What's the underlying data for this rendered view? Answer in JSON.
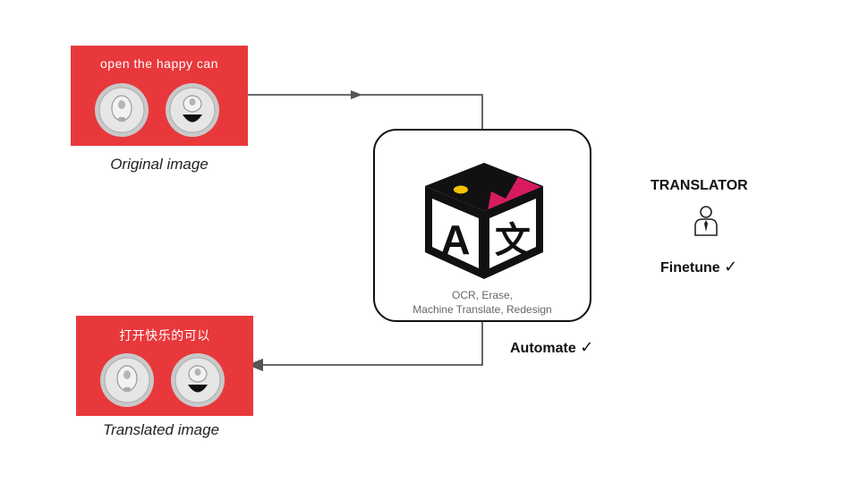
{
  "original": {
    "headline": "open the happy can",
    "caption": "Original image"
  },
  "translated": {
    "headline": "打开快乐的可以",
    "caption": "Translated image"
  },
  "process": {
    "steps_line1": "OCR, Erase,",
    "steps_line2": "Machine Translate, Redesign",
    "logo_letter_a": "A",
    "logo_letter_zh": "文"
  },
  "automate": {
    "label": "Automate",
    "check": "✓"
  },
  "translator": {
    "title": "TRANSLATOR",
    "finetune_label": "Finetune",
    "check": "✓",
    "icon": "person-tie-icon"
  },
  "colors": {
    "can_background": "#e8383c",
    "logo_pink": "#d81b60",
    "logo_yellow": "#f2c300",
    "arrow": "#555555"
  }
}
